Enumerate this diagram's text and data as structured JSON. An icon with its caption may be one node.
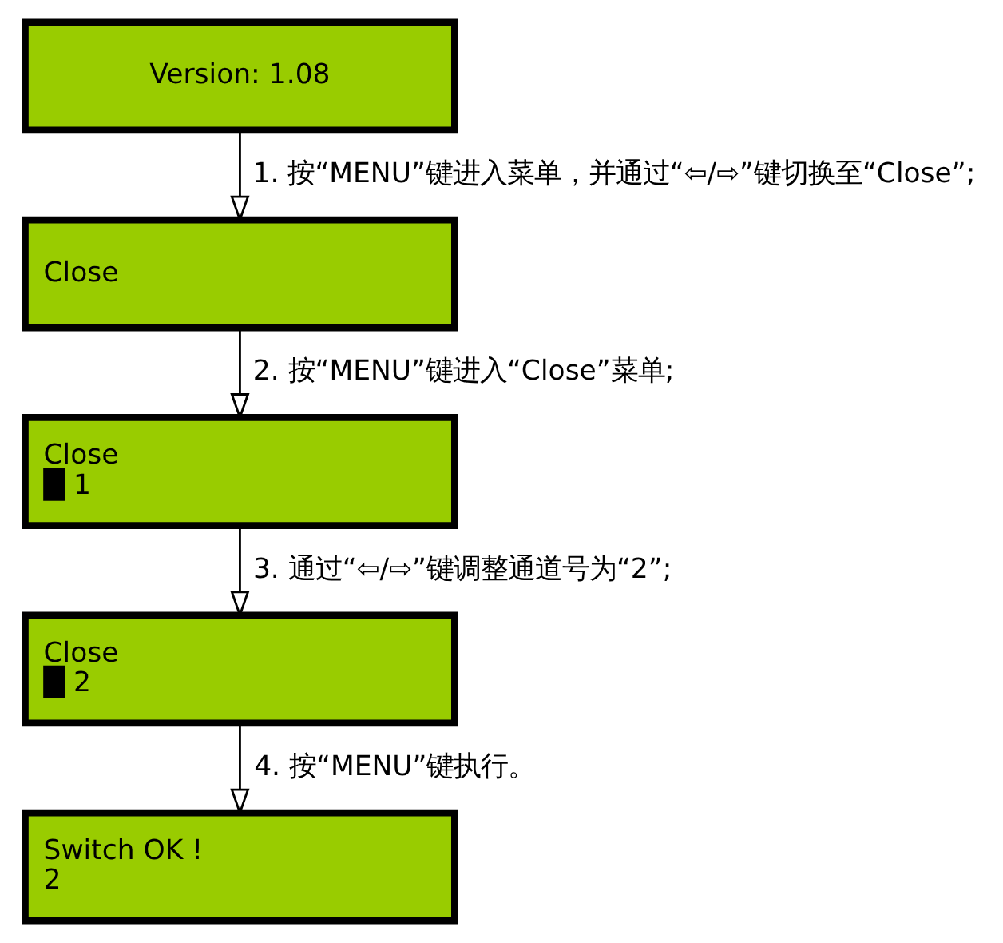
{
  "diagram": {
    "nodes": [
      {
        "text": [
          "Version: 1.08"
        ]
      },
      {
        "text": [
          "Close"
        ]
      },
      {
        "text": [
          "Close",
          "█ 1"
        ]
      },
      {
        "text": [
          "Close",
          "█ 2"
        ]
      },
      {
        "text": [
          "Switch OK !",
          "2"
        ]
      }
    ],
    "edges": [
      {
        "from": 0,
        "to": 1,
        "arrow": "to",
        "label": "1. 按“MENU”键进入菜单，并通过“⇦/⇨”键切换至“Close”;"
      },
      {
        "from": 1,
        "to": 2,
        "arrow": "to",
        "label": "2. 按“MENU”键进入“Close”菜单;"
      },
      {
        "from": 2,
        "to": 3,
        "arrow": "to",
        "label": "3. 通过“⇦/⇨”键调整通道号为“2”;"
      },
      {
        "from": 3,
        "to": 4,
        "arrow": "to",
        "label": "4. 按“MENU”键执行。"
      }
    ]
  }
}
